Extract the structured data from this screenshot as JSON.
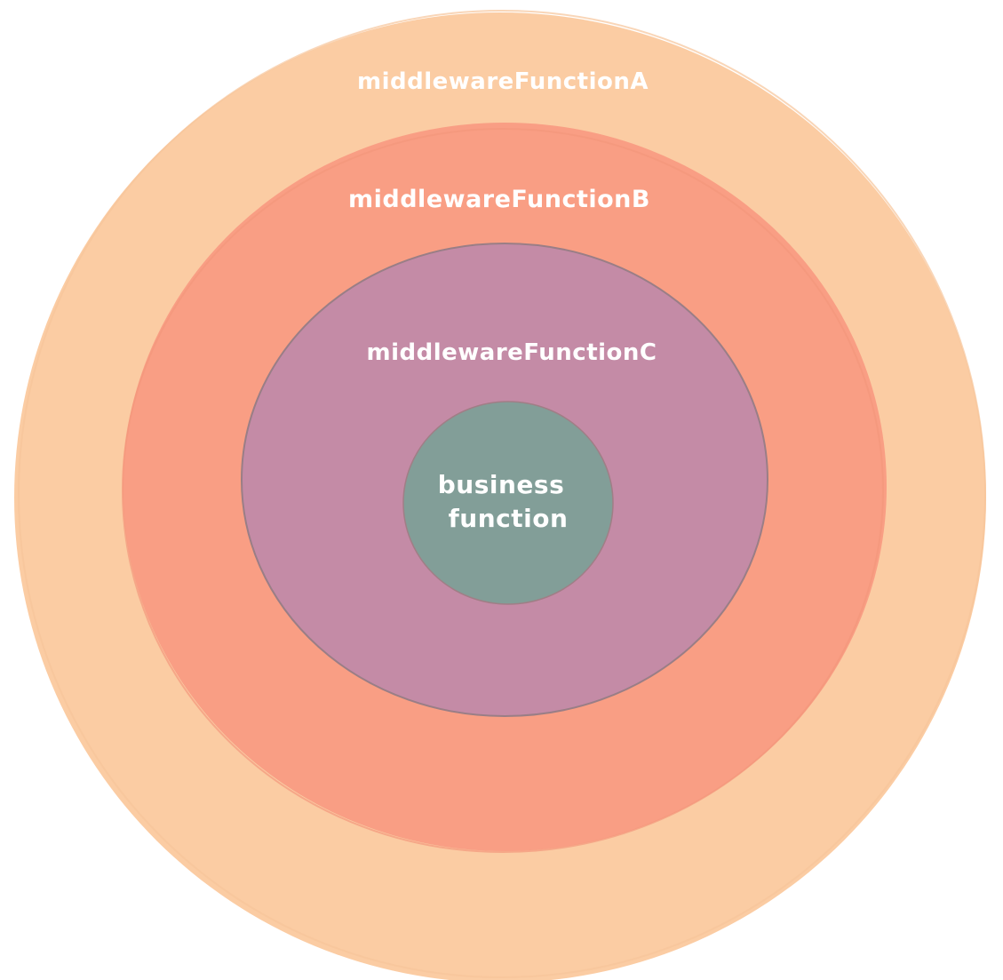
{
  "diagram": {
    "layers": [
      {
        "label": "middlewareFunctionA",
        "color": "#FBCCA3"
      },
      {
        "label": "middlewareFunctionB",
        "color": "#F99E84"
      },
      {
        "label": "middlewareFunctionC",
        "color": "#C48BA6"
      },
      {
        "label_lines": [
          "business",
          "function"
        ],
        "color": "#829E98"
      }
    ],
    "text_color": "#FFFFFF",
    "outline_color": "#9A7E86"
  }
}
